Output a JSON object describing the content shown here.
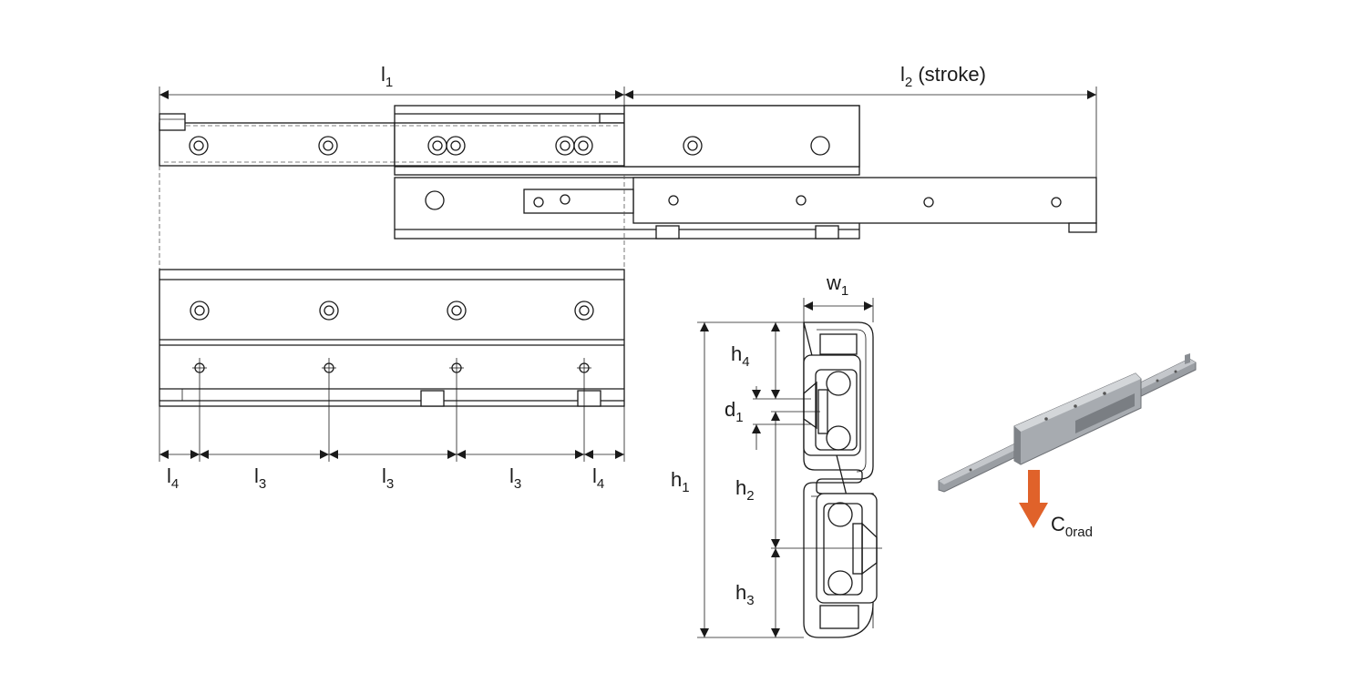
{
  "labels": {
    "l1": {
      "main": "l",
      "sub": "1"
    },
    "l2": {
      "main": "l",
      "sub": "2",
      "suffix": " (stroke)"
    },
    "l3": {
      "main": "l",
      "sub": "3"
    },
    "l4": {
      "main": "l",
      "sub": "4"
    },
    "w1": {
      "main": "w",
      "sub": "1"
    },
    "h1": {
      "main": "h",
      "sub": "1"
    },
    "h2": {
      "main": "h",
      "sub": "2"
    },
    "h3": {
      "main": "h",
      "sub": "3"
    },
    "h4": {
      "main": "h",
      "sub": "4"
    },
    "d1": {
      "main": "d",
      "sub": "1"
    },
    "load": {
      "main": "C",
      "sub": "0rad"
    }
  },
  "colors": {
    "line": "#1a1a1a",
    "arrow_orange": "#e0622a",
    "rail_grey": "#9a9ea3"
  }
}
